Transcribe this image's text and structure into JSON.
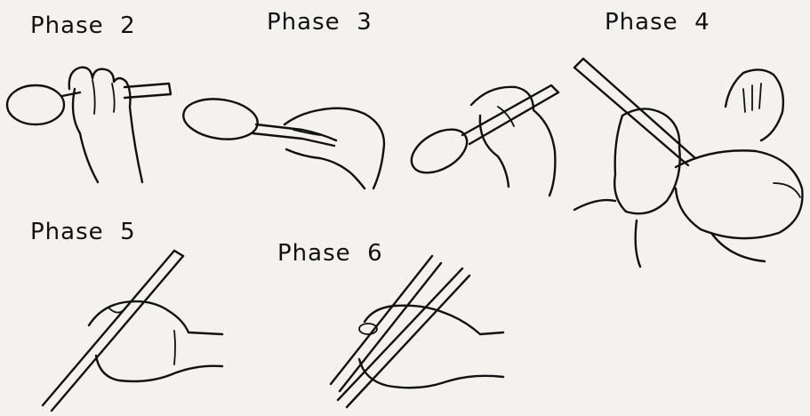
{
  "labels": {
    "phase2": "Phase  2",
    "phase3": "Phase  3",
    "phase4": "Phase  4",
    "phase5": "Phase  5",
    "phase6": "Phase  6"
  },
  "colors": {
    "ink": "#111111",
    "paper": "#f3f2ee"
  }
}
